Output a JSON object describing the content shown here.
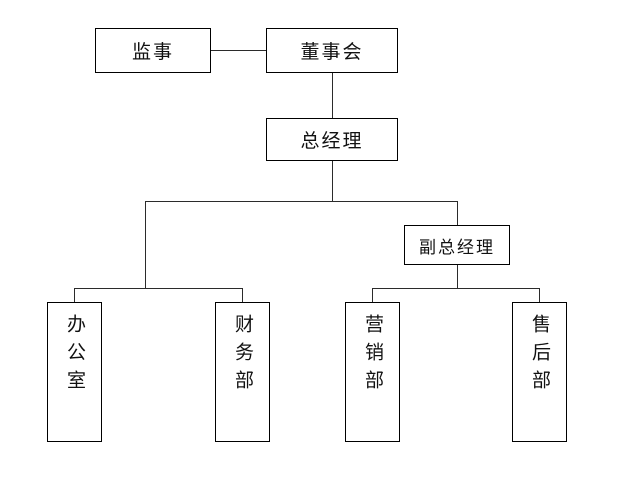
{
  "chart_data": {
    "type": "diagram",
    "subtype": "organizational-chart",
    "title": "",
    "orientation": "top-down",
    "nodes": [
      {
        "id": "supervisor",
        "label": "监事",
        "level": 0,
        "text_direction": "horizontal"
      },
      {
        "id": "board",
        "label": "董事会",
        "level": 0,
        "text_direction": "horizontal"
      },
      {
        "id": "gm",
        "label": "总经理",
        "level": 1,
        "text_direction": "horizontal"
      },
      {
        "id": "deputy_gm",
        "label": "副总经理",
        "level": 2,
        "text_direction": "horizontal"
      },
      {
        "id": "office",
        "label": "办公室",
        "level": 3,
        "text_direction": "vertical"
      },
      {
        "id": "finance",
        "label": "财务部",
        "level": 3,
        "text_direction": "vertical"
      },
      {
        "id": "marketing",
        "label": "营销部",
        "level": 3,
        "text_direction": "vertical"
      },
      {
        "id": "aftersales",
        "label": "售后部",
        "level": 3,
        "text_direction": "vertical"
      }
    ],
    "edges": [
      {
        "from": "supervisor",
        "to": "board",
        "style": "horizontal-link"
      },
      {
        "from": "board",
        "to": "gm",
        "style": "vertical"
      },
      {
        "from": "gm",
        "to": "office",
        "style": "orthogonal"
      },
      {
        "from": "gm",
        "to": "finance",
        "style": "orthogonal"
      },
      {
        "from": "gm",
        "to": "deputy_gm",
        "style": "orthogonal"
      },
      {
        "from": "deputy_gm",
        "to": "marketing",
        "style": "orthogonal"
      },
      {
        "from": "deputy_gm",
        "to": "aftersales",
        "style": "orthogonal"
      }
    ],
    "colors": {
      "background": "#ffffff",
      "node_fill": "#ffffff",
      "node_border": "#000000",
      "text": "#111111",
      "connector": "#2b2b2b"
    }
  },
  "nodes": {
    "supervisor": {
      "label": "监事"
    },
    "board": {
      "label": "董事会"
    },
    "gm": {
      "label": "总经理"
    },
    "deputy_gm": {
      "label": "副总经理"
    },
    "office": {
      "label": "办公室"
    },
    "finance": {
      "label": "财务部"
    },
    "marketing": {
      "label": "营销部"
    },
    "aftersales": {
      "label": "售后部"
    }
  }
}
